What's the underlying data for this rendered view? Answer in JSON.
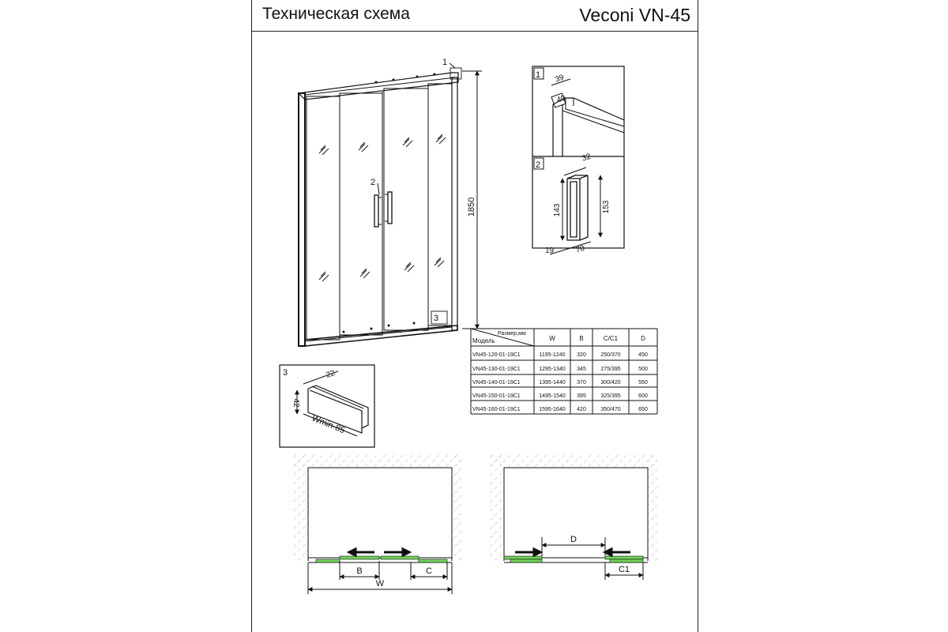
{
  "header": {
    "title": "Техническая схема",
    "model": "Veconi VN-45"
  },
  "main_drawing": {
    "callout_1": "1",
    "callout_2": "2",
    "callout_3": "3",
    "height": "1850"
  },
  "detail_1": {
    "label": "1",
    "dim_a": "39",
    "dim_b": "40"
  },
  "detail_2": {
    "label": "2",
    "dim_top": "32",
    "dim_inner_height": "143",
    "dim_outer_height": "153",
    "dim_bottom_a": "19",
    "dim_bottom_b": "70"
  },
  "detail_3": {
    "label": "3",
    "dim_width": "22",
    "dim_height": "42",
    "dim_length": "Wmin-85"
  },
  "size_table": {
    "corner_top": "Размер,мм",
    "corner_bottom": "Модель",
    "headers": [
      "W",
      "B",
      "C/C1",
      "D"
    ],
    "rows": [
      {
        "model": "VN45-120-01-19C1",
        "w": "1195-1240",
        "b": "320",
        "c": "250/370",
        "d": "450"
      },
      {
        "model": "VN45-130-01-19C1",
        "w": "1295-1340",
        "b": "345",
        "c": "275/395",
        "d": "500"
      },
      {
        "model": "VN45-140-01-19C1",
        "w": "1395-1440",
        "b": "370",
        "c": "300/420",
        "d": "550"
      },
      {
        "model": "VN45-150-01-19C1",
        "w": "1495-1540",
        "b": "395",
        "c": "325/395",
        "d": "600"
      },
      {
        "model": "VN45-160-01-19C1",
        "w": "1595-1640",
        "b": "420",
        "c": "350/470",
        "d": "650"
      }
    ]
  },
  "plan_left": {
    "label_b": "B",
    "label_c": "C",
    "label_w": "W"
  },
  "plan_right": {
    "label_d": "D",
    "label_c1": "C1"
  },
  "colors": {
    "glass_green": "#6fd35a",
    "wall_hatch": "#c8c8c8",
    "line": "#111111"
  }
}
